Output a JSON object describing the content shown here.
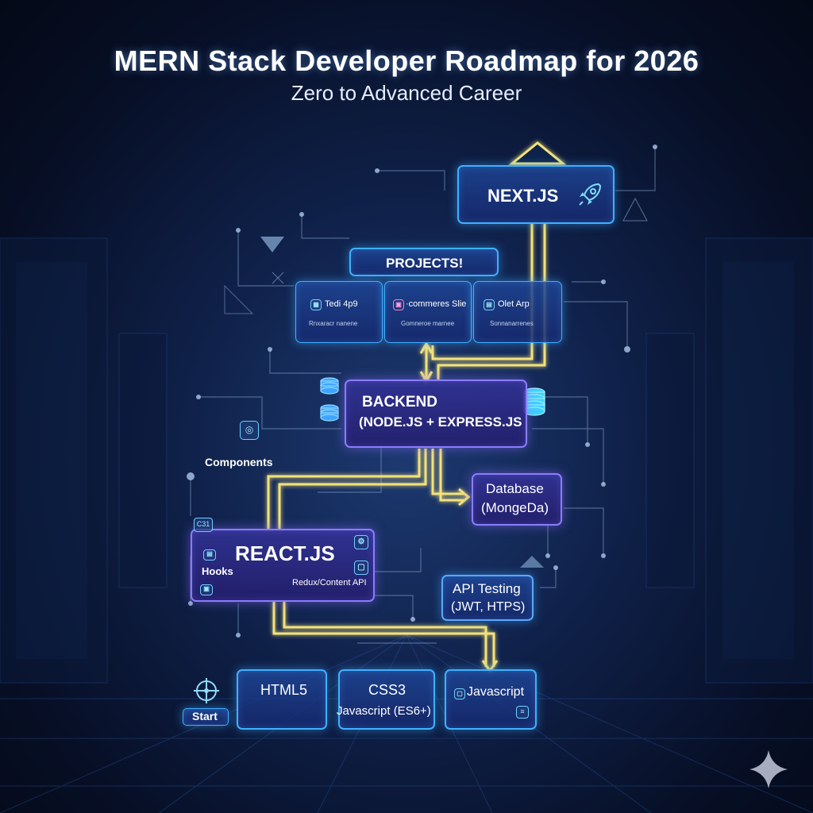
{
  "title": "MERN Stack Developer Roadmap for 2026",
  "subtitle": "Zero to Advanced Career",
  "nodes": {
    "nextjs": "NEXT.JS",
    "projects": "PROJECTS!",
    "project_cards": [
      {
        "label": "Tedi 4p9",
        "sub": "Rnxaracr nanene"
      },
      {
        "label": "·commeres Slie",
        "sub": "Gomneroe marnee"
      },
      {
        "label": "Olet Arp",
        "sub": "Sonnanarrenes"
      }
    ],
    "backend_line1": "BACKEND",
    "backend_line2": "(NODE.JS + EXPRESS.JS",
    "components": "Components",
    "database_line1": "Database",
    "database_line2": "(MongeDa)",
    "react": "REACT.JS",
    "react_badge": "C31",
    "hooks": "Hooks",
    "redux": "Redux/Content API",
    "api_line1": "API Testing",
    "api_line2": "(JWT, HTPS)",
    "html5": "HTML5",
    "css3": "CSS3",
    "js_es6": "Javascript (ES6+)",
    "javascript": "Javascript",
    "start": "Start"
  },
  "colors": {
    "path": "#f3e27a",
    "border": "#3fb0ff",
    "accent": "#8a7cff"
  },
  "icons": [
    "rocket-icon",
    "database-icon",
    "camera-icon",
    "code-icon",
    "chat-icon",
    "compass-icon",
    "document-icon",
    "sparkle-icon"
  ]
}
